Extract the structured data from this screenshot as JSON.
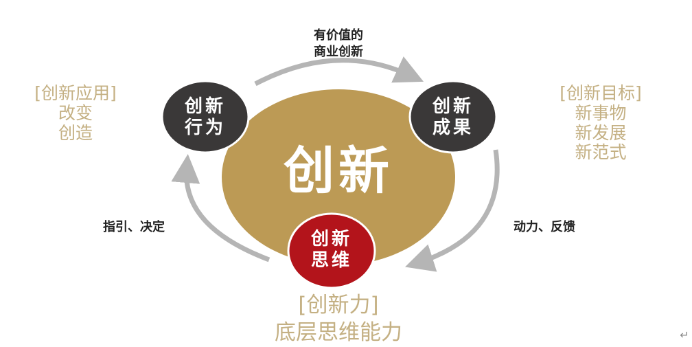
{
  "center": {
    "label": "创新",
    "color": "#bc9a55"
  },
  "nodes": {
    "behavior": {
      "line1": "创新",
      "line2": "行为",
      "color": "#3a3838"
    },
    "result": {
      "line1": "创新",
      "line2": "成果",
      "color": "#3a3838"
    },
    "thinking": {
      "line1": "创新",
      "line2": "思维",
      "color": "#b3141b"
    }
  },
  "arrow_labels": {
    "top_line1": "有价值的",
    "top_line2": "商业创新",
    "left": "指引、决定",
    "right": "动力、反馈"
  },
  "annotations": {
    "application": {
      "title": "[创新应用]",
      "items": [
        "改变",
        "创造"
      ]
    },
    "goal": {
      "title": "[创新目标]",
      "items": [
        "新事物",
        "新发展",
        "新范式"
      ]
    },
    "power": {
      "title": "[创新力]",
      "subtitle": "底层思维能力"
    }
  },
  "misc": {
    "return_glyph": "↵"
  },
  "colors": {
    "arrow": "#b5b5b5",
    "annotation": "#c4b083"
  }
}
